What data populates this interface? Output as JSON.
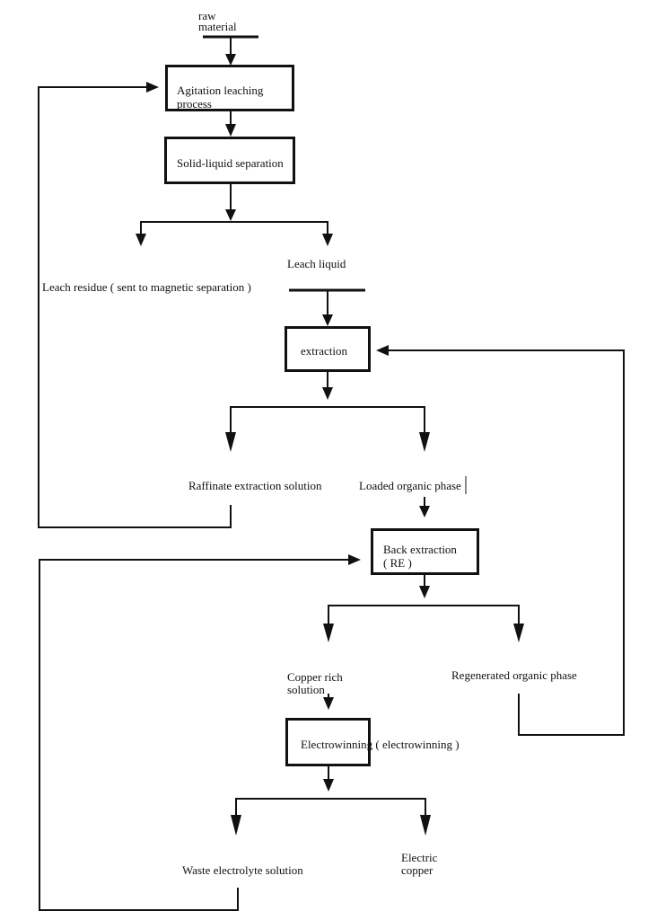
{
  "nodes": {
    "raw_material": {
      "line1": "raw",
      "line2": "material"
    },
    "agitation_leaching": {
      "line1": "Agitation leaching",
      "line2": "process"
    },
    "solid_liquid_separation": "Solid-liquid separation",
    "leach_residue": "Leach residue ( sent to magnetic separation )",
    "leach_liquid": "Leach liquid",
    "extraction": "extraction",
    "raffinate": "Raffinate extraction solution",
    "loaded_organic": "Loaded organic phase",
    "back_extraction": {
      "line1": "Back extraction",
      "line2": "( RE )"
    },
    "copper_rich": {
      "line1": "Copper rich",
      "line2": "solution"
    },
    "regenerated_organic": "Regenerated organic phase",
    "electrowinning": "Electrowinning ( electrowinning )",
    "waste_electrolyte": "Waste electrolyte solution",
    "electric_copper": {
      "line1": "Electric",
      "line2": "copper"
    }
  },
  "colors": {
    "line": "#111111",
    "background": "#ffffff"
  }
}
